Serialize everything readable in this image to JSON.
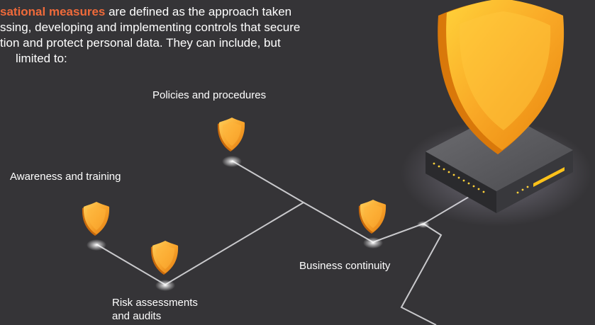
{
  "intro": {
    "highlight": "sational measures",
    "line1_rest": " are defined as the approach taken",
    "line2": "ssing, developing and implementing controls that secure",
    "line3": "tion and protect personal data. They can include, but",
    "line4": "limited to:"
  },
  "labels": {
    "policies": "Policies and procedures",
    "awareness": "Awareness and training",
    "business": "Business continuity",
    "risk_line1": "Risk assessments",
    "risk_line2": "and audits"
  },
  "colors": {
    "background": "#353437",
    "accent": "#ef6a3a",
    "shield": "#f7a22a",
    "line": "#c9c9cc"
  },
  "icons": [
    "shield-icon",
    "server-icon"
  ]
}
